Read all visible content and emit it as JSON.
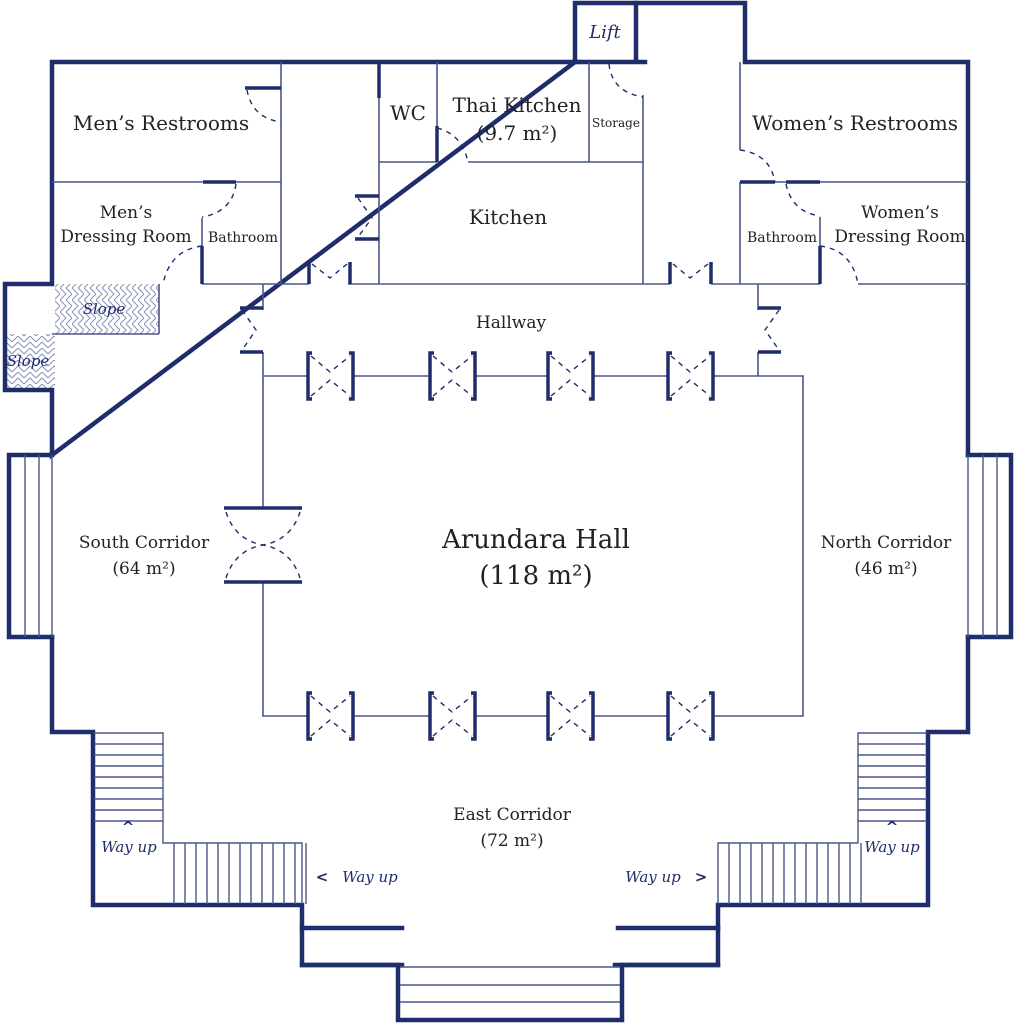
{
  "plan": {
    "colors": {
      "wall": "#1f2d6b",
      "thin_line": "#4a5688",
      "text": "#222222"
    },
    "rooms": {
      "lift": "Lift",
      "mens_restrooms": "Men’s Restrooms",
      "mens_dressing": [
        "Men’s",
        "Dressing Room"
      ],
      "bathroom_left": "Bathroom",
      "wc": "WC",
      "thai_kitchen": "Thai Kitchen",
      "thai_kitchen_area": "(9.7 m²)",
      "storage": "Storage",
      "kitchen": "Kitchen",
      "womens_restrooms": "Women’s Restrooms",
      "womens_dressing": [
        "Women’s",
        "Dressing Room"
      ],
      "bathroom_right": "Bathroom",
      "hallway": "Hallway",
      "slope_top": "Slope",
      "slope_left": "Slope",
      "main_hall": "Arundara Hall",
      "main_hall_area": "(118 m²)",
      "south_corridor": "South Corridor",
      "south_corridor_area": "(64 m²)",
      "north_corridor": "North Corridor",
      "north_corridor_area": "(46 m²)",
      "east_corridor": "East  Corridor",
      "east_corridor_area": "(72 m²)"
    },
    "stairs": [
      {
        "label": "Way up",
        "arrow": "^"
      },
      {
        "label": "Way up",
        "arrow": "<"
      },
      {
        "label": "Way up",
        "arrow": ">"
      },
      {
        "label": "Way up",
        "arrow": "^"
      }
    ]
  }
}
